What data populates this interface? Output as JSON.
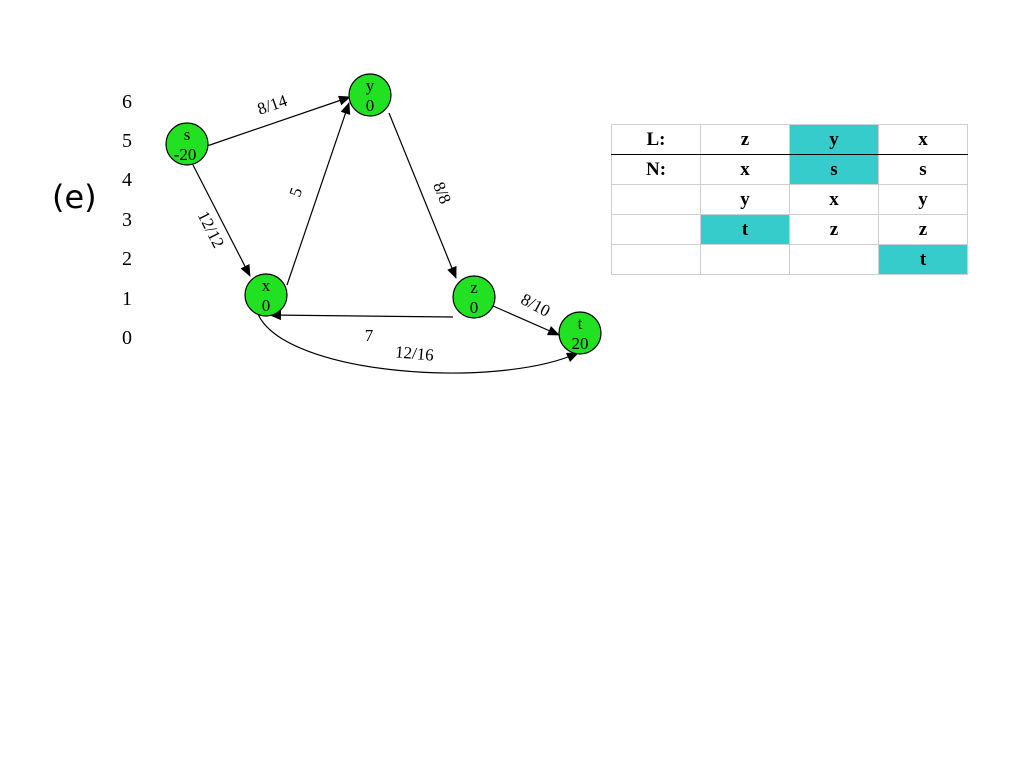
{
  "panel_label": "(e)",
  "colors": {
    "node_fill": "#22e022",
    "highlight": "#36cccc"
  },
  "levels": [
    "6",
    "5",
    "4",
    "3",
    "2",
    "1",
    "0"
  ],
  "nodes": {
    "s": {
      "name": "s",
      "value": "-20"
    },
    "y": {
      "name": "y",
      "value": "0"
    },
    "x": {
      "name": "x",
      "value": "0"
    },
    "z": {
      "name": "z",
      "value": "0"
    },
    "t": {
      "name": "t",
      "value": "20"
    }
  },
  "edges": {
    "s_y": {
      "from": "s",
      "to": "y",
      "label": "8/14"
    },
    "s_x": {
      "from": "s",
      "to": "x",
      "label": "12/12"
    },
    "x_y": {
      "from": "x",
      "to": "y",
      "label": "5"
    },
    "y_z": {
      "from": "y",
      "to": "z",
      "label": "8/8"
    },
    "z_x": {
      "from": "z",
      "to": "x",
      "label": "7"
    },
    "z_t": {
      "from": "z",
      "to": "t",
      "label": "8/10"
    },
    "x_t": {
      "from": "x",
      "to": "t",
      "label": "12/16"
    }
  },
  "table": {
    "rows": [
      [
        {
          "text": "L:",
          "hl": false
        },
        {
          "text": "z",
          "hl": false
        },
        {
          "text": "y",
          "hl": true
        },
        {
          "text": "x",
          "hl": false
        }
      ],
      [
        {
          "text": "N:",
          "hl": false
        },
        {
          "text": "x",
          "hl": false
        },
        {
          "text": "s",
          "hl": true
        },
        {
          "text": "s",
          "hl": false
        }
      ],
      [
        {
          "text": "",
          "hl": false
        },
        {
          "text": "y",
          "hl": false
        },
        {
          "text": "x",
          "hl": false
        },
        {
          "text": "y",
          "hl": false
        }
      ],
      [
        {
          "text": "",
          "hl": false
        },
        {
          "text": "t",
          "hl": true
        },
        {
          "text": "z",
          "hl": false
        },
        {
          "text": "z",
          "hl": false
        }
      ],
      [
        {
          "text": "",
          "hl": false
        },
        {
          "text": "",
          "hl": false
        },
        {
          "text": "",
          "hl": false
        },
        {
          "text": "t",
          "hl": true
        }
      ]
    ]
  }
}
